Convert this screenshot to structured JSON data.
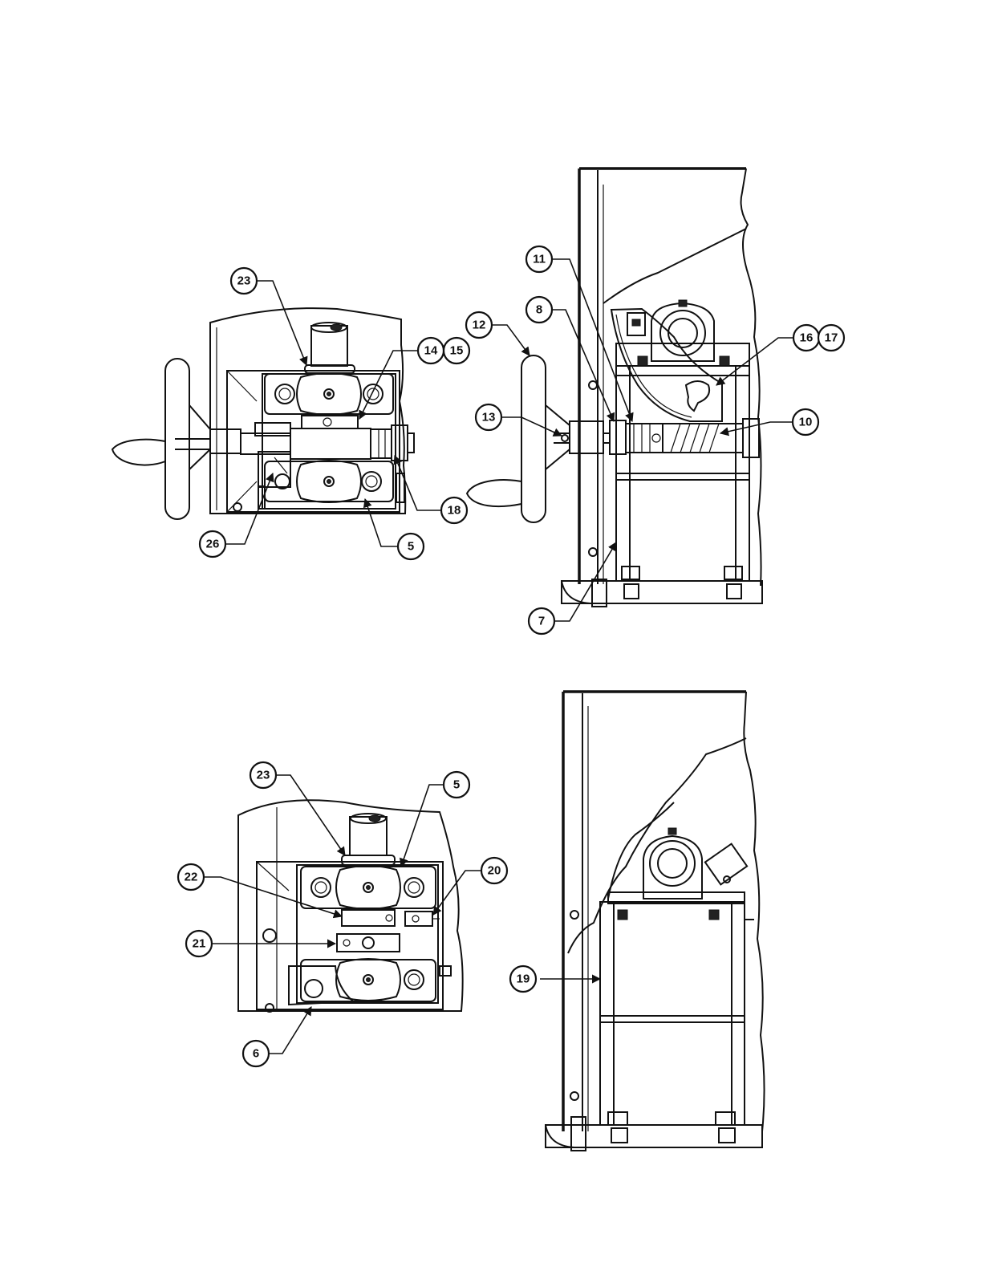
{
  "callouts": {
    "v1_23": "23",
    "v1_14": "14",
    "v1_15": "15",
    "v1_18": "18",
    "v1_26": "26",
    "v1_5": "5",
    "v2_11": "11",
    "v2_8": "8",
    "v2_12": "12",
    "v2_13": "13",
    "v2_16": "16",
    "v2_17": "17",
    "v2_10": "10",
    "v2_7": "7",
    "v3_23": "23",
    "v3_5": "5",
    "v3_22": "22",
    "v3_20": "20",
    "v3_21": "21",
    "v3_6": "6",
    "v4_19": "19"
  },
  "colors": {
    "line": "#111111",
    "background": "#ffffff"
  }
}
